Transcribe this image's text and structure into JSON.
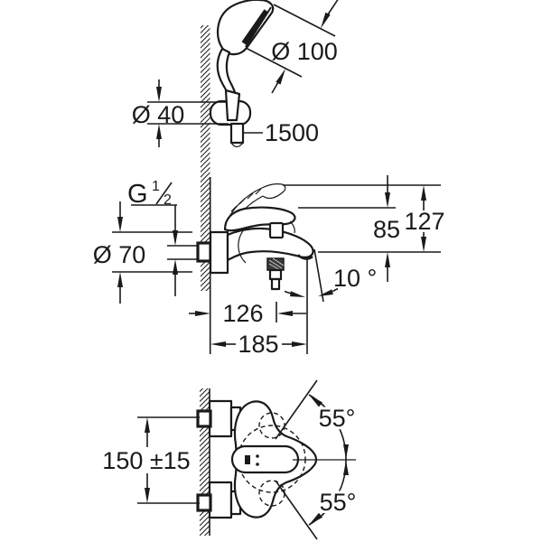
{
  "colors": {
    "background": "#ffffff",
    "line": "#1a1a1a"
  },
  "hand_shower": {
    "head_diameter": "Ø 100",
    "holder_diameter": "Ø 40",
    "hose_length": "1500"
  },
  "mixer_side": {
    "thread_prefix": "G",
    "thread_numerator": "1",
    "thread_denominator": "2",
    "escutcheon_diameter": "Ø 70",
    "spout_to_top_height": "85",
    "overall_height": "127",
    "spout_angle": "10 °",
    "spout_reach": "126",
    "overall_depth": "185"
  },
  "mixer_top": {
    "connection_spacing": "150 ±15",
    "swivel_angle_upper": "55°",
    "swivel_angle_lower": "55°"
  }
}
